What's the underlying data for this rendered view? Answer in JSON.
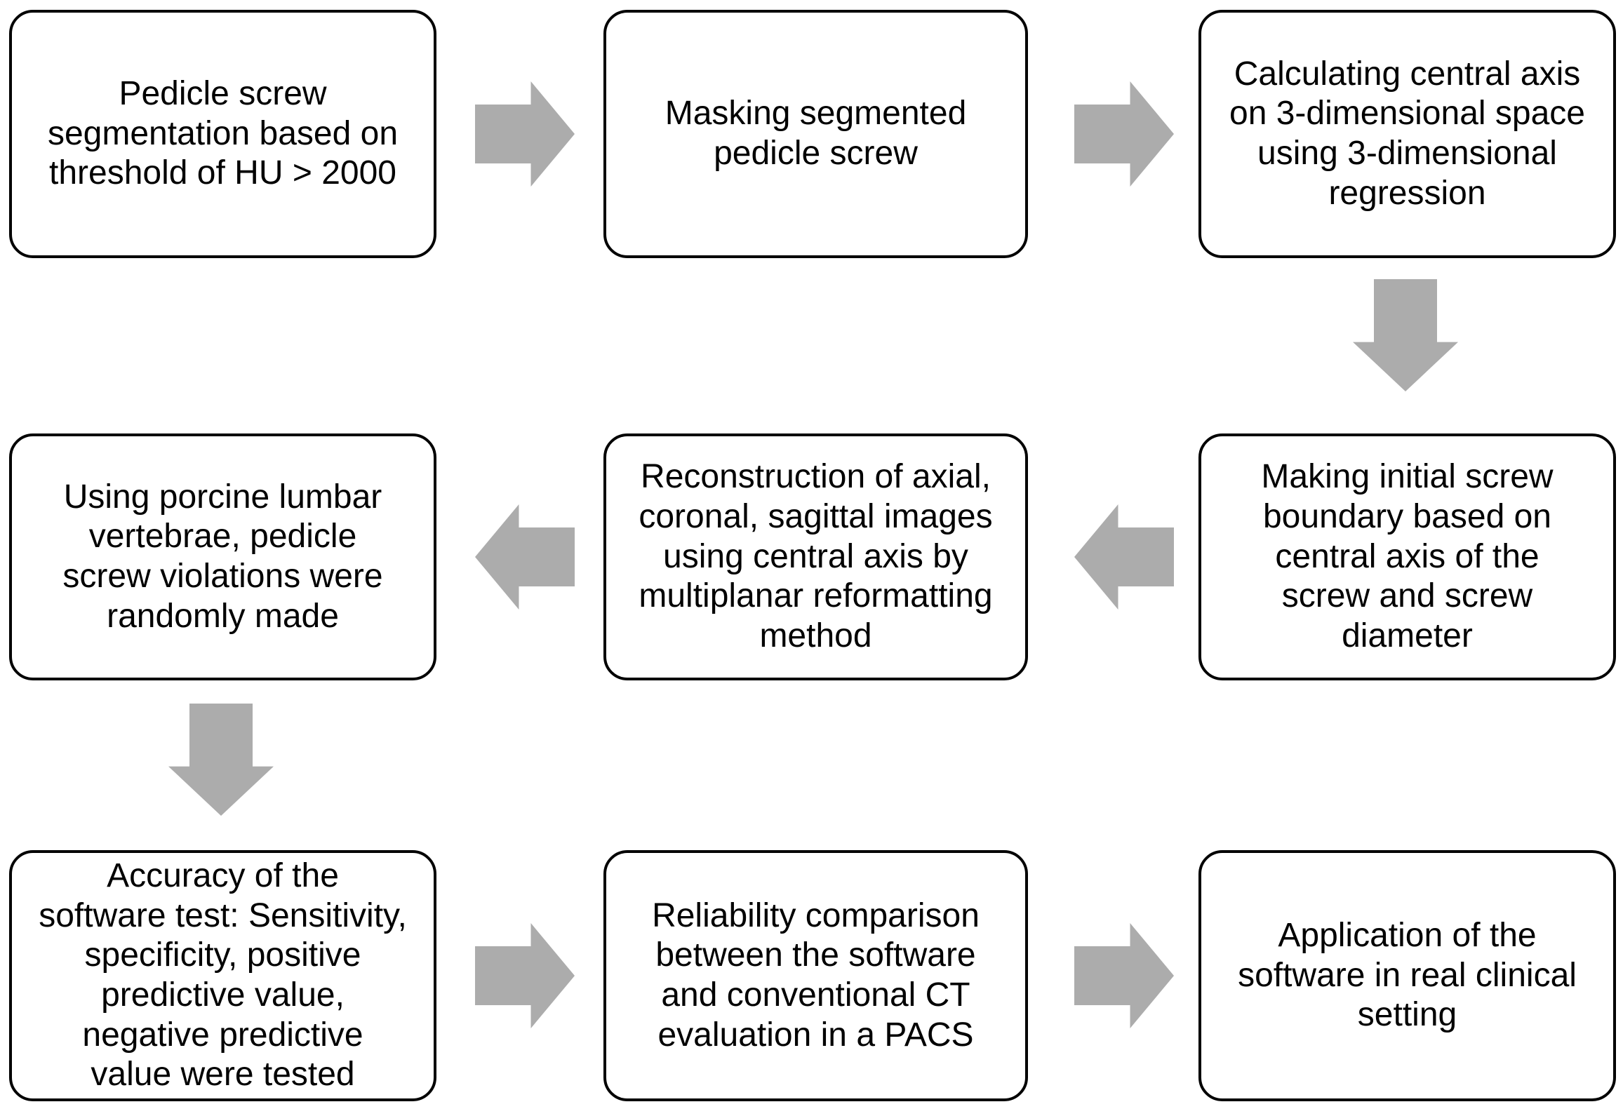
{
  "diagram": {
    "type": "flowchart",
    "colors": {
      "box_fill": "#FFFFFF",
      "box_border": "#000000",
      "text": "#000000",
      "arrow": "#ACACAC"
    },
    "boxes": [
      {
        "id": "step-1",
        "text": "Pedicle screw\nsegmentation based on\nthreshold of HU > 2000"
      },
      {
        "id": "step-2",
        "text": "Masking segmented\npedicle screw"
      },
      {
        "id": "step-3",
        "text": "Calculating central axis\non 3-dimensional space\nusing 3-dimensional\nregression"
      },
      {
        "id": "step-4",
        "text": "Making initial screw\nboundary based on\ncentral axis of the\nscrew and screw\ndiameter"
      },
      {
        "id": "step-5",
        "text": "Reconstruction of axial,\ncoronal, sagittal images\nusing central axis by\nmultiplanar reformatting\nmethod"
      },
      {
        "id": "step-6",
        "text": "Using porcine lumbar\nvertebrae, pedicle\nscrew violations were\nrandomly made"
      },
      {
        "id": "step-7",
        "text": "Accuracy of the\nsoftware test: Sensitivity,\nspecificity, positive\npredictive value,\nnegative predictive\nvalue were tested"
      },
      {
        "id": "step-8",
        "text": "Reliability comparison\nbetween the software\nand conventional CT\nevaluation in a PACS"
      },
      {
        "id": "step-9",
        "text": "Application of the\nsoftware in real clinical\nsetting"
      }
    ],
    "arrows": [
      {
        "from": "step-1",
        "to": "step-2",
        "direction": "right"
      },
      {
        "from": "step-2",
        "to": "step-3",
        "direction": "right"
      },
      {
        "from": "step-3",
        "to": "step-4",
        "direction": "down"
      },
      {
        "from": "step-4",
        "to": "step-5",
        "direction": "left"
      },
      {
        "from": "step-5",
        "to": "step-6",
        "direction": "left"
      },
      {
        "from": "step-6",
        "to": "step-7",
        "direction": "down"
      },
      {
        "from": "step-7",
        "to": "step-8",
        "direction": "right"
      },
      {
        "from": "step-8",
        "to": "step-9",
        "direction": "right"
      }
    ]
  }
}
